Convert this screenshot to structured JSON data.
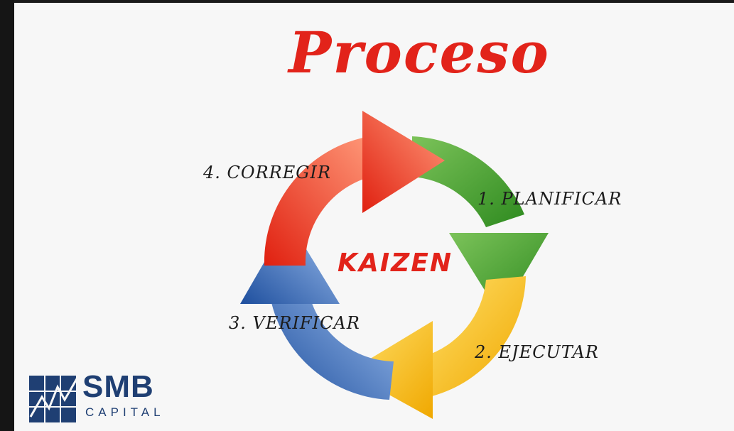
{
  "diagram": {
    "title": "Proceso",
    "center_label": "KAIZEN",
    "steps": [
      {
        "label": "1. PLANIFICAR",
        "color": "#3f9a2b"
      },
      {
        "label": "2. EJECUTAR",
        "color": "#f2b400"
      },
      {
        "label": "3. VERIFICAR",
        "color": "#2f63b6"
      },
      {
        "label": "4. CORREGIR",
        "color": "#ea3a1c"
      }
    ]
  },
  "logo": {
    "name": "SMB",
    "sub": "CAPITAL",
    "color": "#1f3f73"
  }
}
